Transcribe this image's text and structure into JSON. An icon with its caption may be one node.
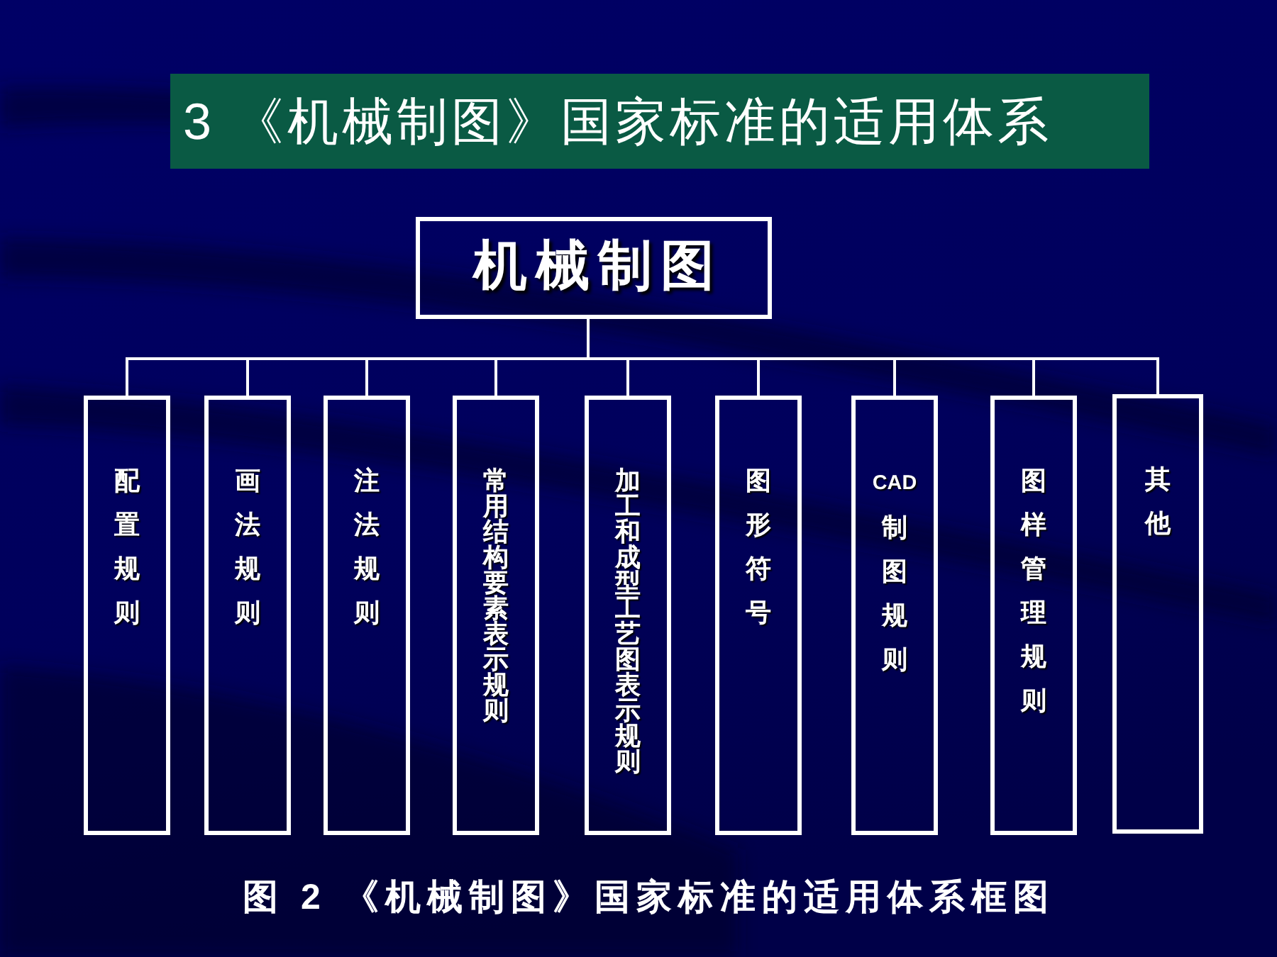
{
  "diagram": {
    "title": "3 《机械制图》国家标准的适用体系",
    "caption": "图 2 《机械制图》国家标准的适用体系框图",
    "nodes": [
      {
        "text": [
          "机械制图"
        ]
      },
      {
        "text": [
          "配置规则"
        ]
      },
      {
        "text": [
          "画法规则"
        ]
      },
      {
        "text": [
          "注法规则"
        ]
      },
      {
        "text": [
          "常用结构要素表示规则"
        ]
      },
      {
        "text": [
          "加工和成型工艺图表示规则"
        ]
      },
      {
        "text": [
          "图形符号"
        ]
      },
      {
        "text": [
          "CAD制图规则"
        ]
      },
      {
        "text": [
          "图样管理规则"
        ]
      },
      {
        "text": [
          "其他"
        ]
      }
    ],
    "edges": [
      {
        "from": 0,
        "to": 1,
        "arrow": "none"
      },
      {
        "from": 0,
        "to": 2,
        "arrow": "none"
      },
      {
        "from": 0,
        "to": 3,
        "arrow": "none"
      },
      {
        "from": 0,
        "to": 4,
        "arrow": "none"
      },
      {
        "from": 0,
        "to": 5,
        "arrow": "none"
      },
      {
        "from": 0,
        "to": 6,
        "arrow": "none"
      },
      {
        "from": 0,
        "to": 7,
        "arrow": "none"
      },
      {
        "from": 0,
        "to": 8,
        "arrow": "none"
      },
      {
        "from": 0,
        "to": 9,
        "arrow": "none"
      }
    ]
  }
}
